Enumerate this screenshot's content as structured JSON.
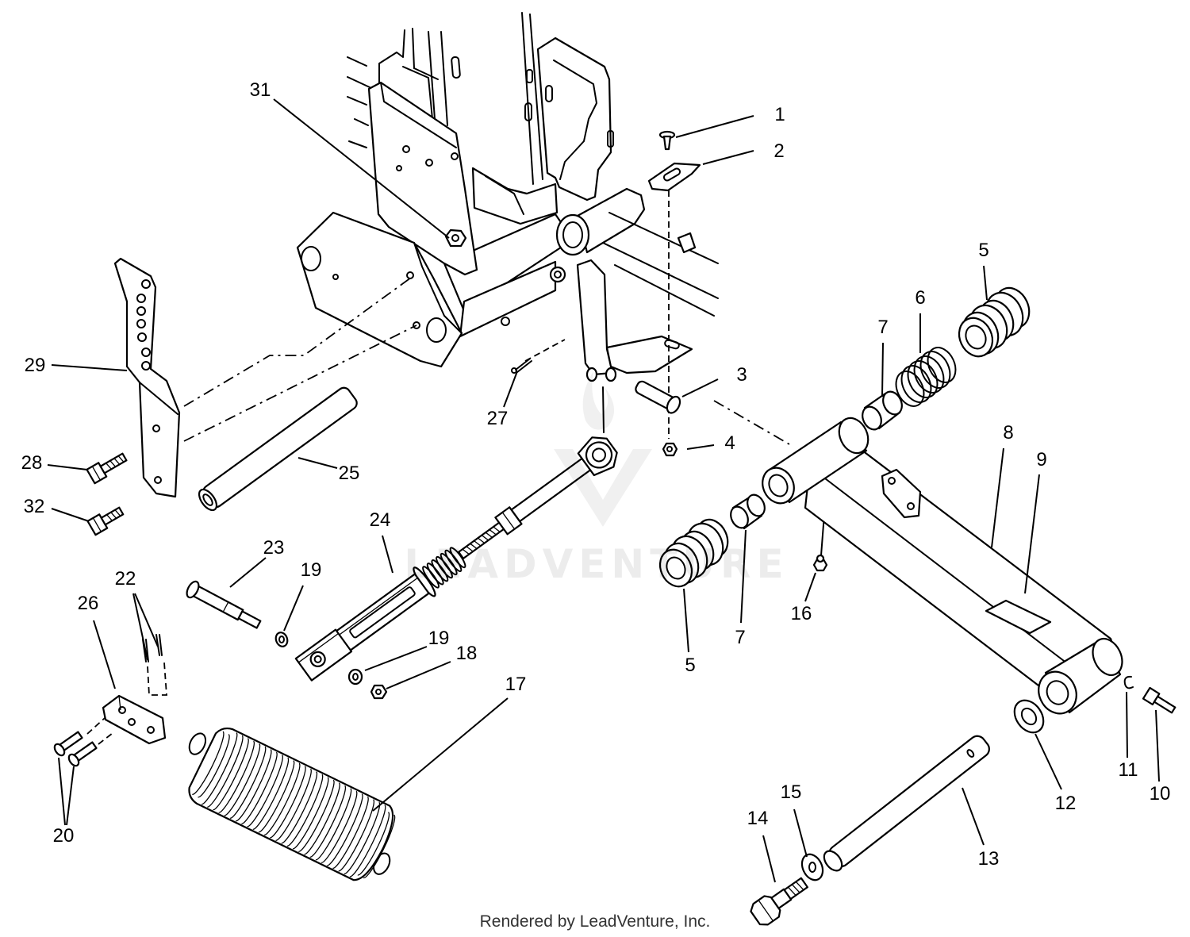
{
  "figure": {
    "callouts": [
      "1",
      "2",
      "3",
      "4",
      "5",
      "6",
      "7",
      "8",
      "9",
      "10",
      "11",
      "12",
      "13",
      "14",
      "15",
      "16",
      "7",
      "5",
      "17",
      "18",
      "19",
      "19",
      "23",
      "24",
      "22",
      "26",
      "20",
      "25",
      "27",
      "28",
      "29",
      "31",
      "32"
    ],
    "watermark": "LEADVENTURE",
    "footer": "Rendered by LeadVenture, Inc."
  }
}
